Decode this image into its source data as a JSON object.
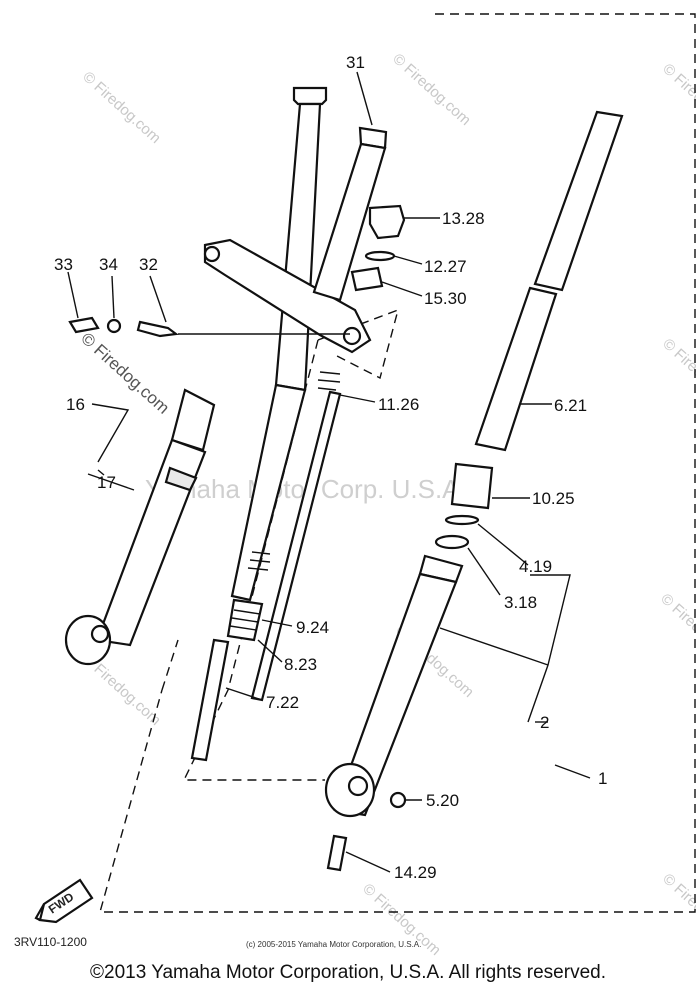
{
  "callouts": {
    "p31": "31",
    "p13": "13.28",
    "p12": "12.27",
    "p15": "15.30",
    "p33": "33",
    "p34": "34",
    "p32": "32",
    "p11": "11.26",
    "p16": "16",
    "p6": "6.21",
    "p17": "17",
    "p10": "10.25",
    "p4": "4.19",
    "p3": "3.18",
    "p9": "9.24",
    "p8": "8.23",
    "p7": "7.22",
    "p2": "2",
    "p1": "1",
    "p5": "5.20",
    "p14": "14.29"
  },
  "fwd_label": "FWD",
  "diagram_code": "3RV110-1200",
  "small_copyright": "(c) 2005-2015 Yamaha Motor Corporation, U.S.A.",
  "center_watermark": "Yamaha Motor Corp. U.S.A.",
  "firedog_watermark": "© Firedog.com",
  "footer_copyright": "©2013 Yamaha Motor Corporation, U.S.A. All rights reserved."
}
